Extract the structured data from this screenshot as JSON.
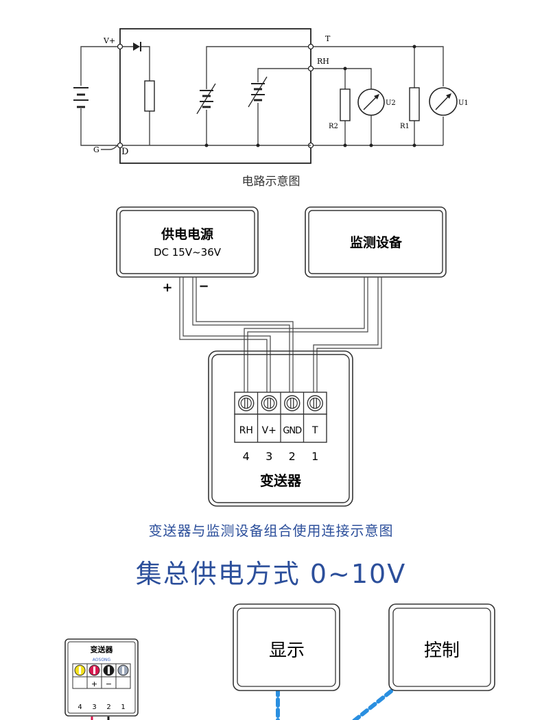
{
  "circuit": {
    "label_vplus": "V+",
    "label_g": "G",
    "label_d": "D",
    "label_t": "T",
    "label_rh": "RH",
    "label_r2": "R2",
    "label_r1": "R1",
    "label_u2": "U2",
    "label_u1": "U1",
    "caption": "电路示意图"
  },
  "wiring": {
    "power_box": {
      "title": "供电电源",
      "subtitle": "DC 15V~36V"
    },
    "monitor_box": {
      "title": "监测设备"
    },
    "polarity_plus": "+",
    "polarity_minus": "−",
    "terminals": [
      {
        "label": "RH",
        "number": "4"
      },
      {
        "label": "V+",
        "number": "3"
      },
      {
        "label": "GND",
        "number": "2"
      },
      {
        "label": "T",
        "number": "1"
      }
    ],
    "transmitter_label": "变送器",
    "caption": "变送器与监测设备组合使用连接示意图"
  },
  "section": {
    "heading": "集总供电方式 0~10V",
    "mini_transmitter": {
      "title": "变送器",
      "brand": "AOSONG",
      "sign_plus": "+",
      "sign_minus": "−",
      "numbers": [
        "4",
        "3",
        "2",
        "1"
      ],
      "terminal_colors": [
        "#f2e01c",
        "#d8184e",
        "#1a1a1a",
        "#9aa6b8"
      ]
    },
    "display_box": "显示",
    "control_box": "控制",
    "accent_color": "#2c4f9b",
    "dash_color": "#2a8fe0"
  }
}
